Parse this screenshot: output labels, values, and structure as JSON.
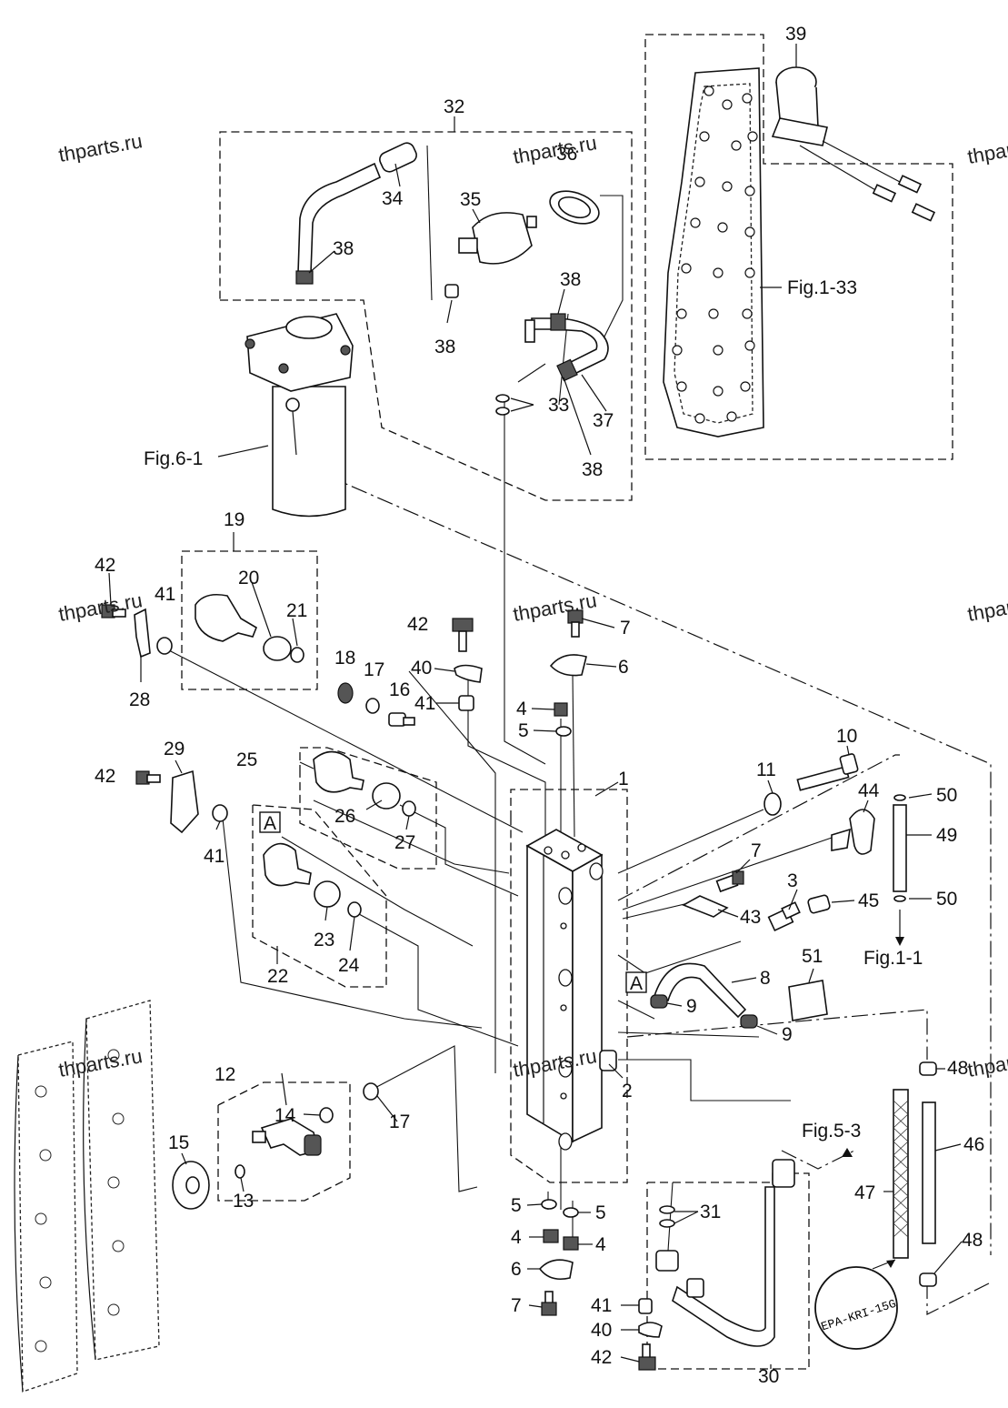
{
  "watermarks": [
    "thparts.ru",
    "thparts.ru",
    "thparts.ru",
    "thparts.ru",
    "thparts.ru",
    "thparts.ru",
    "thparts.ru",
    "thparts.ru",
    "thparts.ru"
  ],
  "labels": {
    "p32": "32",
    "p34": "34",
    "p38a": "38",
    "p35": "35",
    "p36": "36",
    "p38b": "38",
    "p38c": "38",
    "p33": "33",
    "p37": "37",
    "p38d": "38",
    "p39": "39",
    "fig133": "Fig.1-33",
    "fig61": "Fig.6-1",
    "p19": "19",
    "p20": "20",
    "p21": "21",
    "p42a": "42",
    "p41a": "41",
    "p28": "28",
    "p42b": "42",
    "p7a": "7",
    "p6a": "6",
    "p40a": "40",
    "p18": "18",
    "p17a": "17",
    "p16": "16",
    "p41b": "41",
    "p4a": "4",
    "p5a": "5",
    "p10": "10",
    "p11": "11",
    "p1": "1",
    "p25": "25",
    "p26": "26",
    "p27": "27",
    "p29": "29",
    "p42c": "42",
    "p41c": "41",
    "pA1": "A",
    "p23": "23",
    "p24": "24",
    "p22": "22",
    "p44": "44",
    "p50a": "50",
    "p49": "49",
    "p7b": "7",
    "p43": "43",
    "p3": "3",
    "p45": "45",
    "p50b": "50",
    "fig11": "Fig.1-1",
    "p51": "51",
    "pA2": "A",
    "p8": "8",
    "p9a": "9",
    "p9b": "9",
    "p2": "2",
    "p12": "12",
    "p14": "14",
    "p15": "15",
    "p13": "13",
    "p17b": "17",
    "fig53": "Fig.5-3",
    "p48a": "48",
    "p46": "46",
    "p47": "47",
    "p48b": "48",
    "p31": "31",
    "p30": "30",
    "p5b": "5",
    "p5c": "5",
    "p4b": "4",
    "p4c": "4",
    "p6b": "6",
    "p7c": "7",
    "p41d": "41",
    "p40b": "40",
    "p42d": "42",
    "stamp": "EPA-KRI-15G"
  }
}
